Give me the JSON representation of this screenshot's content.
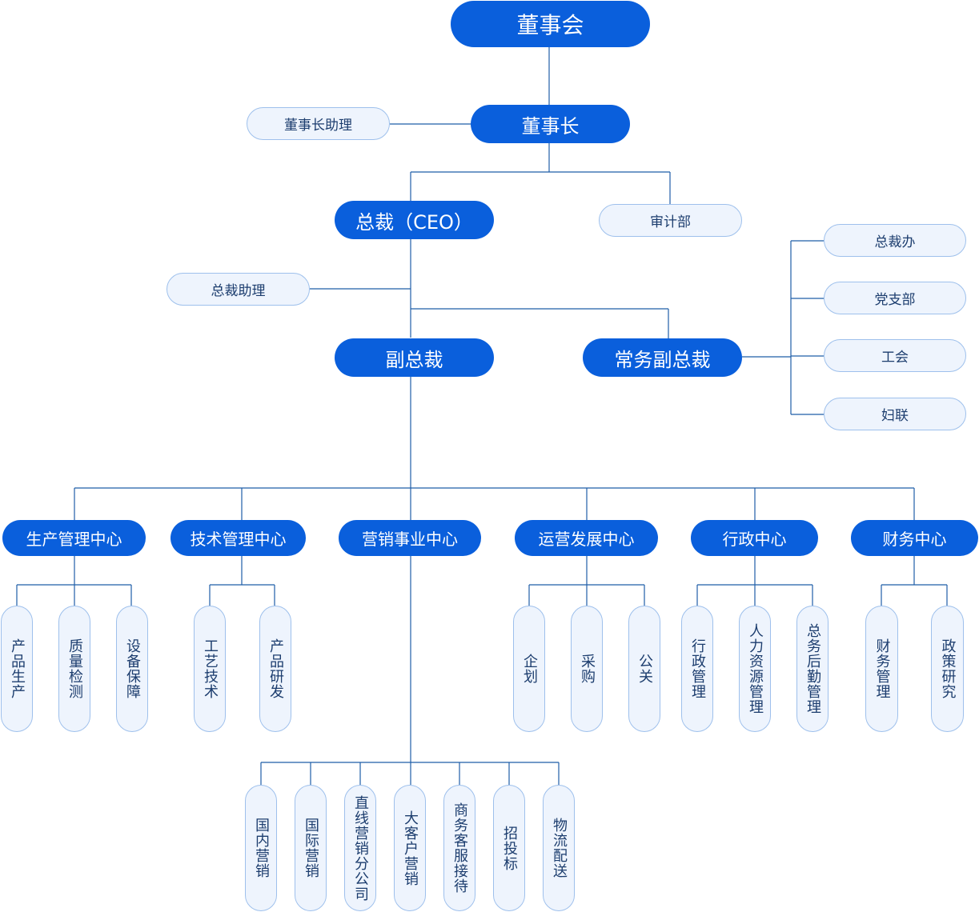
{
  "board": "董事会",
  "chairman": "董事长",
  "chairman_assistant": "董事长助理",
  "ceo": "总裁（CEO）",
  "audit": "审计部",
  "ceo_assistant": "总裁助理",
  "vp": "副总裁",
  "evp": "常务副总裁",
  "evp_units": [
    "总裁办",
    "党支部",
    "工会",
    "妇联"
  ],
  "centers": [
    {
      "name": "生产管理中心",
      "units": [
        "产品生产",
        "质量检测",
        "设备保障"
      ]
    },
    {
      "name": "技术管理中心",
      "units": [
        "工艺技术",
        "产品研发"
      ]
    },
    {
      "name": "营销事业中心",
      "units": [
        "国内营销",
        "国际营销",
        "直线营销分公司",
        "大客户营销",
        "商务客服接待",
        "招投标",
        "物流配送"
      ]
    },
    {
      "name": "运营发展中心",
      "units": [
        "企划",
        "采购",
        "公关"
      ]
    },
    {
      "name": "行政中心",
      "units": [
        "行政管理",
        "人力资源管理",
        "总务后勤管理"
      ]
    },
    {
      "name": "财务中心",
      "units": [
        "财务管理",
        "政策研究"
      ]
    }
  ]
}
